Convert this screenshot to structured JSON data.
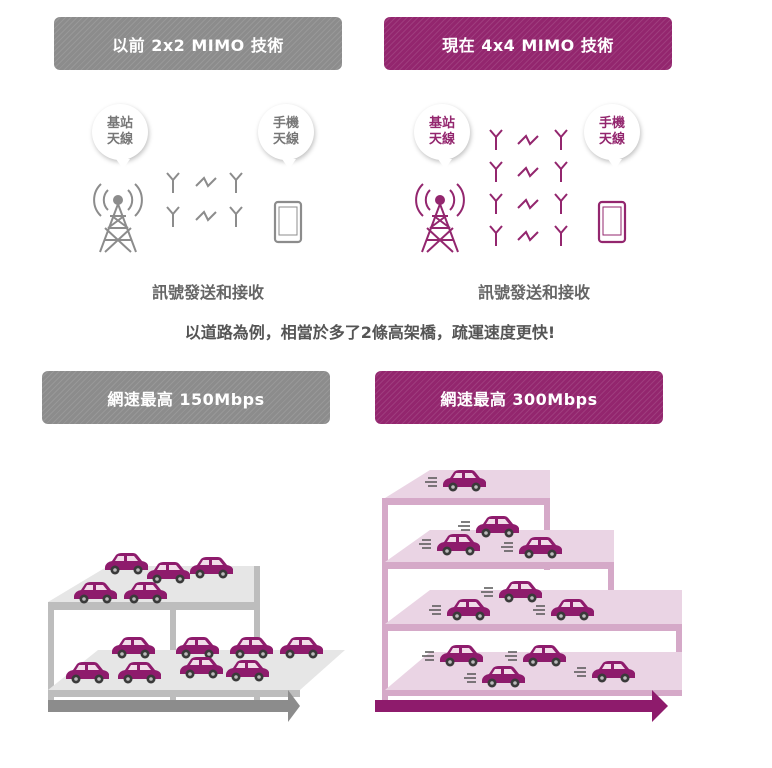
{
  "left": {
    "header": "以前  2x2 MIMO 技術",
    "bubble_base": [
      "基站",
      "天線"
    ],
    "bubble_phone": [
      "手機",
      "天線"
    ],
    "caption": "訊號發送和接收",
    "speed": "網速最高 150Mbps",
    "antenna_pairs": 2,
    "road_levels": 2
  },
  "right": {
    "header": "現在  4x4 MIMO 技術",
    "bubble_base": [
      "基站",
      "天線"
    ],
    "bubble_phone": [
      "手機",
      "天線"
    ],
    "caption": "訊號發送和接收",
    "speed": "網速最高 300Mbps",
    "antenna_pairs": 4,
    "road_levels": 4
  },
  "analogy": "以道路為例，相當於多了2條高架橋，疏運速度更快!",
  "colors": {
    "gray": "#8c8c8c",
    "purple": "#93266e",
    "car": "#8e1b6c"
  },
  "icons": [
    "tower-icon",
    "antenna-icon",
    "signal-icon",
    "phone-icon",
    "car-icon",
    "arrow-icon"
  ]
}
